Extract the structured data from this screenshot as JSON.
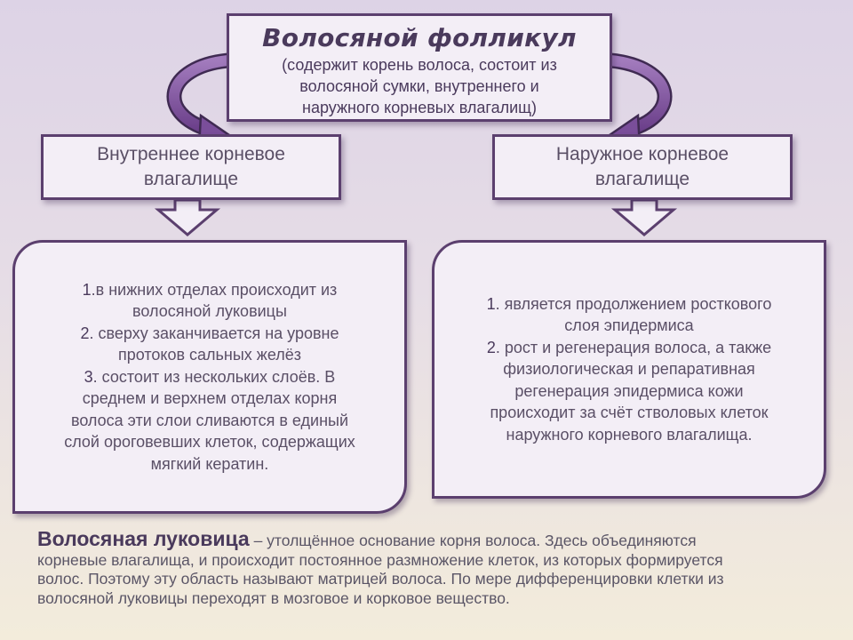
{
  "title": {
    "heading": "Волосяной фолликул",
    "line1": "(содержит корень волоса, состоит из",
    "line2": "волосяной сумки, внутреннего и",
    "line3": "наружного корневых влагалищ)"
  },
  "left_header": {
    "line1": "Внутреннее корневое",
    "line2": "влагалище"
  },
  "right_header": {
    "line1": "Наружное корневое",
    "line2": "влагалище"
  },
  "left_content": {
    "n1": "1",
    "i1": [
      ".в нижних отделах происходит из",
      "волосяной луковицы"
    ],
    "n2": "2",
    "i2": [
      ". сверху заканчивается на уровне",
      "протоков сальных желёз"
    ],
    "n3": "3",
    "i3": [
      ". состоит из нескольких слоёв. В",
      "среднем и верхнем отделах корня",
      "волоса эти слои сливаются в единый",
      "слой ороговевших клеток, содержащих",
      "мягкий кератин."
    ]
  },
  "right_content": {
    "n1": "1",
    "i1": [
      ". является продолжением росткового",
      "слоя эпидермиса"
    ],
    "n2": "2",
    "i2": [
      ". рост и регенерация волоса, а также",
      "физиологическая и репаративная",
      "регенерация эпидермиса кожи",
      "происходит за счёт стволовых клеток",
      "наружного корневого влагалища."
    ]
  },
  "bottom": {
    "term": "Волосяная луковица",
    "line1": " – утолщённое основание корня волоса. Здесь объединяются",
    "line2": "корневые влагалища, и происходит постоянное размножение клеток, из которых формируется",
    "line3": "волос. Поэтому эту область называют матрицей волоса. По мере дифференцировки клетки из",
    "line4": "волосяной луковицы переходят в мозговое и корковое вещество."
  },
  "colors": {
    "border": "#5b3f6e",
    "box_fill": "#f3eef6",
    "curve_arrow": "#7a4e9a",
    "text": "#5a4f66"
  }
}
